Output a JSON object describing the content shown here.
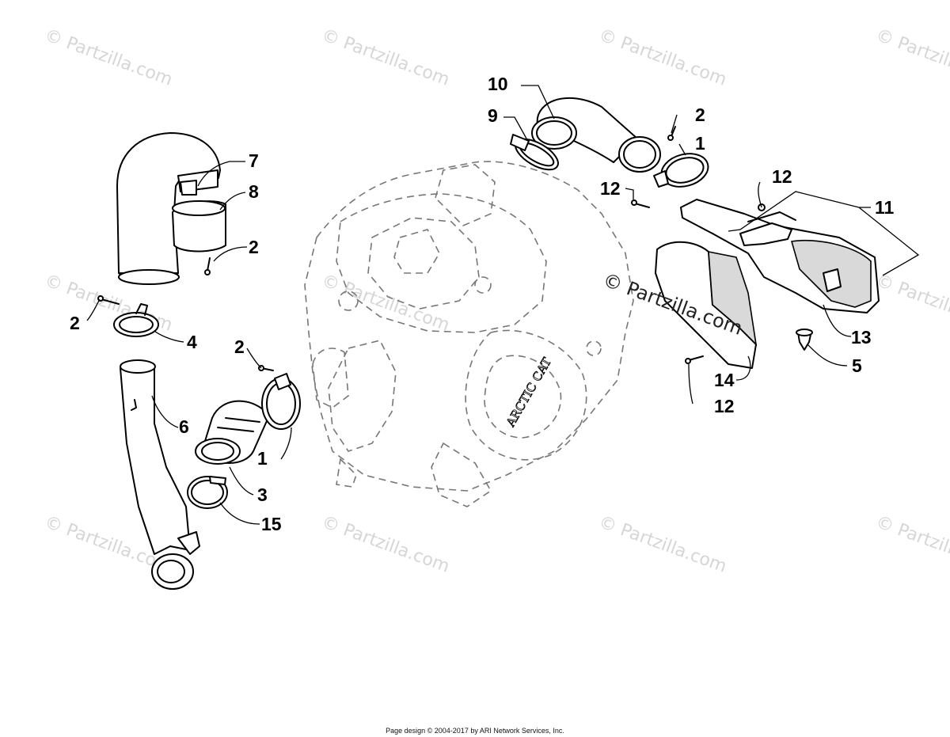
{
  "watermark": {
    "text": "© Partzilla.com",
    "center_text": "© Partzilla.com"
  },
  "engine_logo": "ARCTIC CAT",
  "callouts": {
    "c1": "10",
    "c2": "9",
    "c3": "2",
    "c4": "1",
    "c5": "12",
    "c6": "12",
    "c7": "11",
    "c8": "13",
    "c9": "5",
    "c10": "14",
    "c11": "12",
    "c12": "7",
    "c13": "8",
    "c14": "2",
    "c15": "2",
    "c16": "4",
    "c17": "6",
    "c18": "2",
    "c19": "1",
    "c20": "3",
    "c21": "15"
  },
  "footer": "Page design © 2004-2017 by ARI Network Services, Inc."
}
